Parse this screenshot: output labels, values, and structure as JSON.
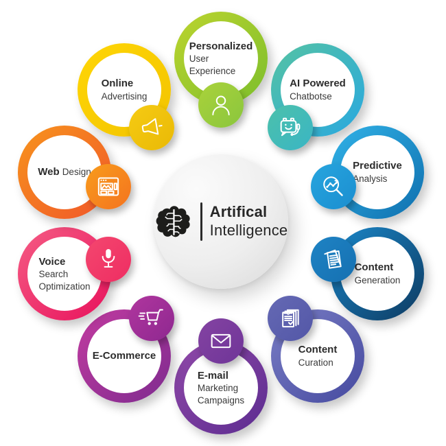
{
  "center": {
    "icon": "brain-icon",
    "title_top": "Artifical",
    "title_bottom": "Intelligence",
    "circle_color": "#e8e8e8",
    "text_color": "#262626"
  },
  "nodes": [
    {
      "id": "personalized-user-experience",
      "bold": "Personalized",
      "rest": [
        "User",
        "Experience"
      ],
      "icon": "user-icon",
      "ring_from": "#bcd42f",
      "ring_to": "#7cbe2c",
      "badge_from": "#aad23a",
      "badge_to": "#8ac63e"
    },
    {
      "id": "ai-powered-chatbots",
      "bold": "AI Powered",
      "rest": [
        "Chatbotse"
      ],
      "icon": "chatbot-icon",
      "ring_from": "#55c3a3",
      "ring_to": "#29a8e0",
      "badge_from": "#4cc1ab",
      "badge_to": "#3ab5c4"
    },
    {
      "id": "predictive-analysis",
      "bold": "Predictive",
      "rest": [
        "Analysis"
      ],
      "icon": "search-chart-icon",
      "ring_from": "#31b2e7",
      "ring_to": "#0f6fae",
      "badge_from": "#27a5de",
      "badge_to": "#1b8ed0"
    },
    {
      "id": "content-generation",
      "bold": "Content",
      "rest": [
        "Generation"
      ],
      "icon": "documents-icon",
      "ring_from": "#1a87c9",
      "ring_to": "#0e3a60",
      "badge_from": "#1e83c4",
      "badge_to": "#1670b1"
    },
    {
      "id": "content-curation",
      "bold": "Content",
      "rest": [
        "Curation"
      ],
      "icon": "checklist-icon",
      "ring_from": "#7a7ec5",
      "ring_to": "#45499f",
      "badge_from": "#6569b4",
      "badge_to": "#5357a7"
    },
    {
      "id": "email-marketing-campaigns",
      "bold": "E-mail",
      "rest": [
        "Marketing",
        "Campaigns"
      ],
      "icon": "envelope-icon",
      "ring_from": "#9049a8",
      "ring_to": "#5c2c90",
      "badge_from": "#8443a2",
      "badge_to": "#6f3598"
    },
    {
      "id": "e-commerce",
      "bold": "E-Commerce",
      "rest": [],
      "icon": "cart-icon",
      "ring_from": "#c23ba0",
      "ring_to": "#7e2b8f",
      "badge_from": "#b0369e",
      "badge_to": "#8e2890"
    },
    {
      "id": "voice-search-optimization",
      "bold": "Voice",
      "rest": [
        "Search",
        "Optimization"
      ],
      "icon": "microphone-icon",
      "ring_from": "#f55c84",
      "ring_to": "#e8125c",
      "badge_from": "#f4476f",
      "badge_to": "#ee2d62"
    },
    {
      "id": "web-design",
      "bold": "Web",
      "rest": [
        "Design"
      ],
      "icon": "browser-icon",
      "ring_from": "#f7941d",
      "ring_to": "#f0562a",
      "badge_from": "#f89c1c",
      "badge_to": "#f4731f"
    },
    {
      "id": "online-advertising",
      "bold": "Online",
      "rest": [
        "Advertising"
      ],
      "icon": "megaphone-icon",
      "ring_from": "#ffd606",
      "ring_to": "#f2c300",
      "badge_from": "#f6cb13",
      "badge_to": "#e9b906"
    }
  ]
}
